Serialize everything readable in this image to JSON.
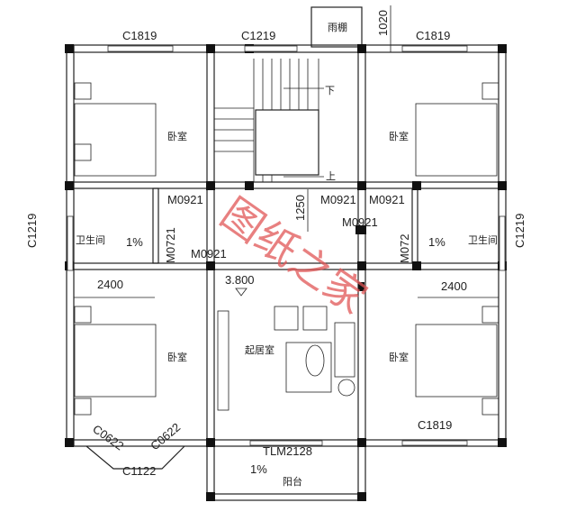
{
  "labels": {
    "canopy": "雨棚",
    "canopy_dim": "1020",
    "win_top_left": "C1819",
    "win_top_mid": "C1219",
    "win_top_right": "C1819",
    "win_left": "C1219",
    "win_right": "C1219",
    "win_bottom_right": "C1819",
    "win_bay_left": "C0622",
    "win_bay_right": "C0622",
    "win_bay_front": "C1122",
    "door_balcony": "TLM2128",
    "door_1": "M0921",
    "door_2": "M0921",
    "door_3": "M0921",
    "door_4": "M0921",
    "door_5": "M0921",
    "door_bath_left": "M0721",
    "door_bath_right": "M072",
    "dim_corridor": "1250",
    "dim_left": "2400",
    "dim_right": "2400",
    "elevation": "3.800",
    "stair_down": "下",
    "stair_up": "上",
    "bedroom_tl": "卧室",
    "bedroom_tr": "卧室",
    "bedroom_bl": "卧室",
    "bedroom_br": "卧室",
    "bath_left": "卫生间",
    "bath_right": "卫生间",
    "slope_left": "1%",
    "slope_right": "1%",
    "slope_balcony": "1%",
    "living_room": "起居室",
    "balcony": "阳台"
  },
  "watermark": "图纸之家",
  "colors": {
    "watermark": "#e05555",
    "lines": "#222222"
  }
}
